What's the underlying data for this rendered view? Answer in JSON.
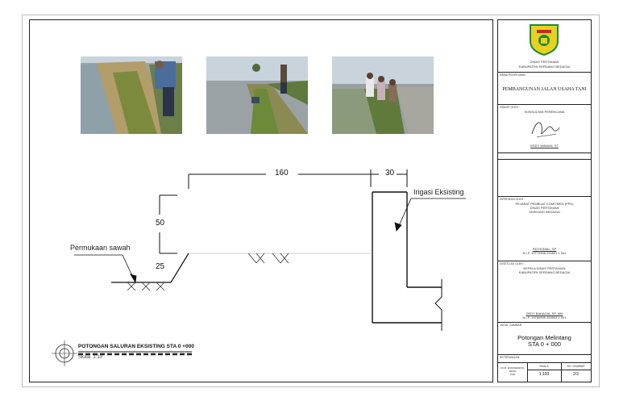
{
  "drawing": {
    "dimension_top": "160",
    "dimension_right": "30",
    "dimension_height": "50",
    "dimension_slope": "25",
    "label_irrigation": "Irigasi Eksisting",
    "label_ground": "Permukaan sawah",
    "section_title": "POTONGAN SALURAN EKSISTING STA 0 +000",
    "section_scale": "Skala. 1:10"
  },
  "title_block": {
    "agency_line1": "DINAS PERTANIAN",
    "agency_line2": "KABUPATEN SERDANG BEDAGAI",
    "project_label": "NAMA PEKERJAAN",
    "project_name": "PEMBANGUNAN JALAN USAHA TANI",
    "made_by_label": "DIBUAT OLEH :",
    "consultant": "KONSULTAN PERENCANA",
    "consultant_person": "EDDY WAWAN, ST",
    "checked_label": "DIPERIKSA OLEH :",
    "checker_line1": "PEJABAT PEMBUAT KOMITMEN (PPK)",
    "checker_line2": "DINAS PERTANIAN",
    "checker_line3": "SERDANG BEDAGAI",
    "checker_name": "FATHONIAL, SP",
    "checker_nip": "N.I.P. 19770908 200801 1 001",
    "approved_label": "DISETUJUI OLEH :",
    "approver_line1": "KEPALA DINAS PERTANIAN",
    "approver_line2": "KABUPATEN SERDANG BEDAGAI",
    "approver_name": "DEDY BAHAGIA, SP, MM",
    "approver_nip": "N.I.P. 19760905 200502 1 001",
    "drawing_title_label": "JUDUL GAMBAR",
    "drawing_title_line1": "Potongan Melintang",
    "drawing_title_line2": "STA 0 + 000",
    "notes_label": "KETERANGAN",
    "footer_code_line1": "DCM, ENGINEERING",
    "footer_code_line2": "SEIDE",
    "footer_code_line3": "1000",
    "scale_label": "SKALA",
    "scale_value": "1:100",
    "sheet_label": "NO. GAMBAR",
    "sheet_value": "2/3"
  },
  "colors": {
    "logo_shield": "#e8d21e",
    "logo_border": "#1e8a3a",
    "sky": "#c9d3dc",
    "grass": "#6c7a3a"
  }
}
